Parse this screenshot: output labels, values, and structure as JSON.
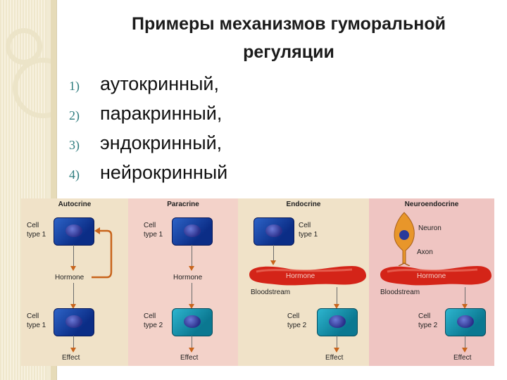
{
  "slide": {
    "title_line1": "Примеры механизмов гуморальной",
    "title_line2": "регуляции",
    "items": [
      {
        "num": "1)",
        "text": "аутокринный,"
      },
      {
        "num": "2)",
        "text": "паракринный,"
      },
      {
        "num": "3)",
        "text": "эндокринный,"
      },
      {
        "num": "4)",
        "text": "нейрокринный"
      }
    ]
  },
  "figure": {
    "colors": {
      "autocrine": "#f0e2c8",
      "paracrine": "#f3d2c9",
      "endocrine": "#f0e2c8",
      "neuroendocrine": "#efc5c2",
      "arrow": "#c8641c",
      "vessel": "#d42418"
    },
    "autocrine": {
      "title": "Autocrine",
      "cell1": [
        "Cell",
        "type 1"
      ],
      "hormone": "Hormone",
      "cell2": [
        "Cell",
        "type 1"
      ],
      "effect": "Effect"
    },
    "paracrine": {
      "title": "Paracrine",
      "cell1": [
        "Cell",
        "type 1"
      ],
      "hormone": "Hormone",
      "cell2": [
        "Cell",
        "type 2"
      ],
      "effect": "Effect"
    },
    "endocrine": {
      "title": "Endocrine",
      "cell1": [
        "Cell",
        "type 1"
      ],
      "hormone": "Hormone",
      "bloodstream": "Bloodstream",
      "cell2": [
        "Cell",
        "type 2"
      ],
      "effect": "Effect"
    },
    "neuroendocrine": {
      "title": "Neuroendocrine",
      "neuron": "Neuron",
      "axon": "Axon",
      "hormone": "Hormone",
      "bloodstream": "Bloodstream",
      "cell2": [
        "Cell",
        "type 2"
      ],
      "effect": "Effect"
    }
  }
}
